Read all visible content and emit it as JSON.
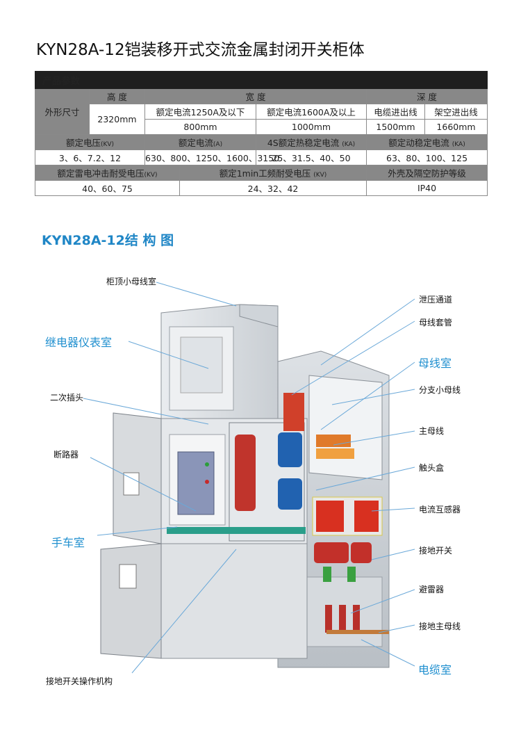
{
  "title": "KYN28A-12铠装移开式交流金属封闭开关柜体",
  "table": {
    "header": "产品参数",
    "dim_label": "外形尺寸",
    "height": "高 度",
    "height_val": "2320mm",
    "width": "宽 度",
    "depth": "深 度",
    "w1": "额定电流1250A及以下",
    "w2": "额定电流1600A及以上",
    "d1": "电缆进出线",
    "d2": "架空进出线",
    "w1_val": "800mm",
    "w2_val": "1000mm",
    "d1_val": "1500mm",
    "d2_val": "1660mm",
    "r1": [
      "额定电压",
      "(KV)",
      "额定电流",
      "(A)",
      "4S额定热稳定电流",
      "(KA)",
      "额定动稳定电流",
      "(KA)"
    ],
    "r1_vals": [
      "3、6、7.2、12",
      "630、800、1250、1600、3150",
      "25、31.5、40、50",
      "63、80、100、125"
    ],
    "r2": [
      "额定雷电冲击耐受电压",
      "(KV)",
      "额定1min工频耐受电压",
      "(KV)",
      "外壳及隔空防护等级"
    ],
    "r2_vals": [
      "40、60、75",
      "24、32、42",
      "IP40"
    ]
  },
  "section_title": "KYN28A-12结 构 图",
  "labels": {
    "top_bus": "柜顶小母线室",
    "relay": "继电器仪表室",
    "plug": "二次插头",
    "breaker": "断路器",
    "truck": "手车室",
    "earth_op": "接地开关操作机构",
    "vent": "泄压通道",
    "bushing": "母线套管",
    "bus_room": "母线室",
    "branch_bus": "分支小母线",
    "main_bus": "主母线",
    "contact_box": "触头盒",
    "ct": "电流互感器",
    "earth_switch": "接地开关",
    "arrester": "避雷器",
    "earth_bus": "接地主母线",
    "cable_room": "电缆室"
  },
  "colors": {
    "accent": "#1f86c6",
    "header_bg": "#1f1f1f",
    "header_grey": "#888888"
  }
}
